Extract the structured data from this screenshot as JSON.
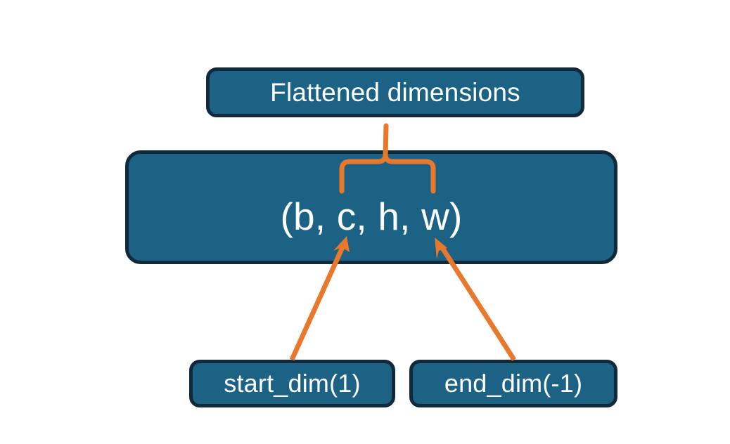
{
  "diagram": {
    "title_text": "Flattened dimensions",
    "shape_text": "(b, c, h, w)",
    "start_dim_text": "start_dim(1)",
    "end_dim_text": "end_dim(-1)",
    "colors": {
      "box_fill": "#1c6285",
      "box_border": "#102a3c",
      "box_text": "#ffffff",
      "accent_orange": "#e8782b",
      "background": "#ffffff"
    },
    "annotations": {
      "brace_name": "flattened-range-brace",
      "left_arrow_name": "start-dim-arrow",
      "right_arrow_name": "end-dim-arrow"
    }
  }
}
